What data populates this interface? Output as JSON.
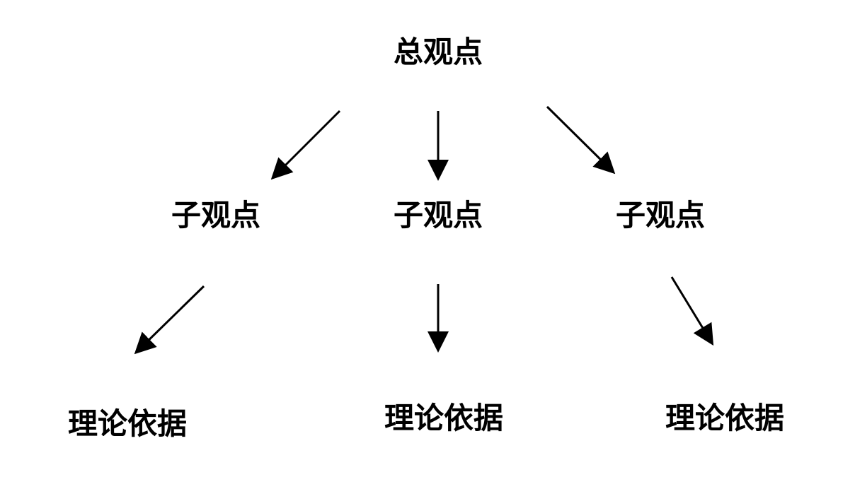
{
  "root": {
    "label": "总观点"
  },
  "sub_points": [
    {
      "label": "子观点"
    },
    {
      "label": "子观点"
    },
    {
      "label": "子观点"
    }
  ],
  "bases": [
    {
      "label": "理论依据"
    },
    {
      "label": "理论依据"
    },
    {
      "label": "理论依据"
    }
  ],
  "style": {
    "ink": "#000000"
  }
}
